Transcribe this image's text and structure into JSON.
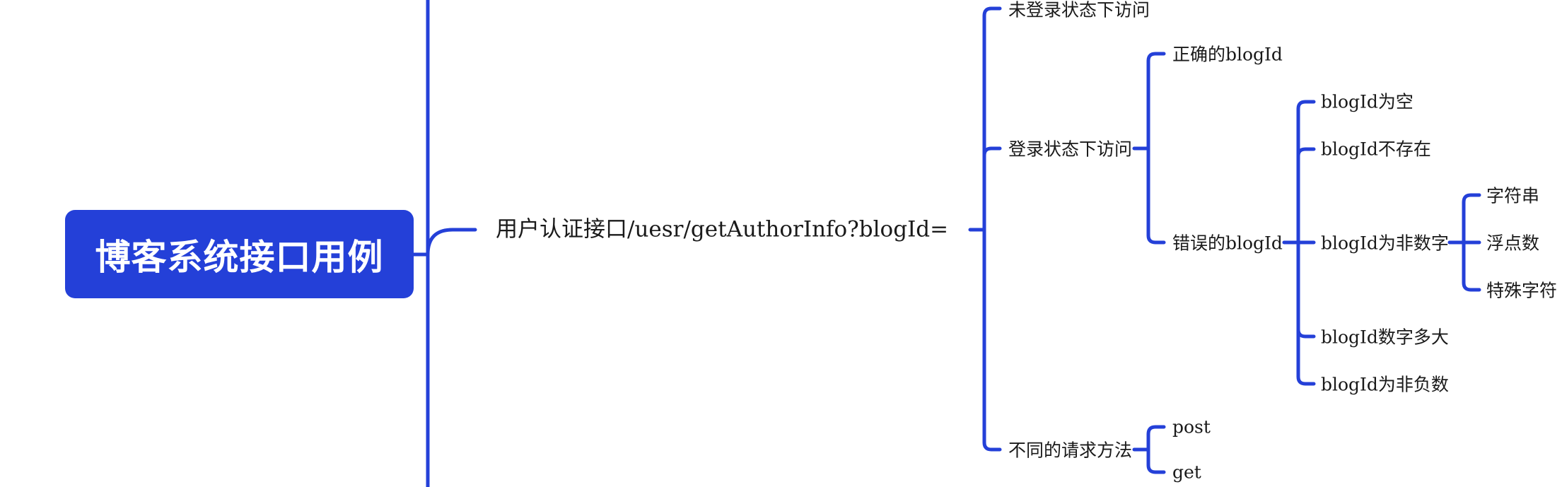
{
  "colors": {
    "connector": "#2440d8",
    "root_fill": "#2440d8",
    "root_text": "#ffffff",
    "label_text": "#1a1a1a"
  },
  "root": {
    "title": "博客系统接口用例"
  },
  "interface": {
    "label": "用户认证接口/uesr/getAuthorInfo?blogId="
  },
  "scenarios": {
    "not_logged_in": "未登录状态下访问",
    "logged_in": "登录状态下访问",
    "methods": "不同的请求方法"
  },
  "logged_in_cases": {
    "correct_id": "正确的blogId",
    "wrong_id": "错误的blogId"
  },
  "wrong_id_cases": {
    "empty": "blogId为空",
    "not_exist": "blogId不存在",
    "non_numeric": "blogId为非数字",
    "too_large": "blogId数字多大",
    "non_negative": "blogId为非负数"
  },
  "non_numeric_cases": {
    "string": "字符串",
    "float": "浮点数",
    "special": "特殊字符"
  },
  "method_cases": {
    "post": "post",
    "get": "get"
  }
}
